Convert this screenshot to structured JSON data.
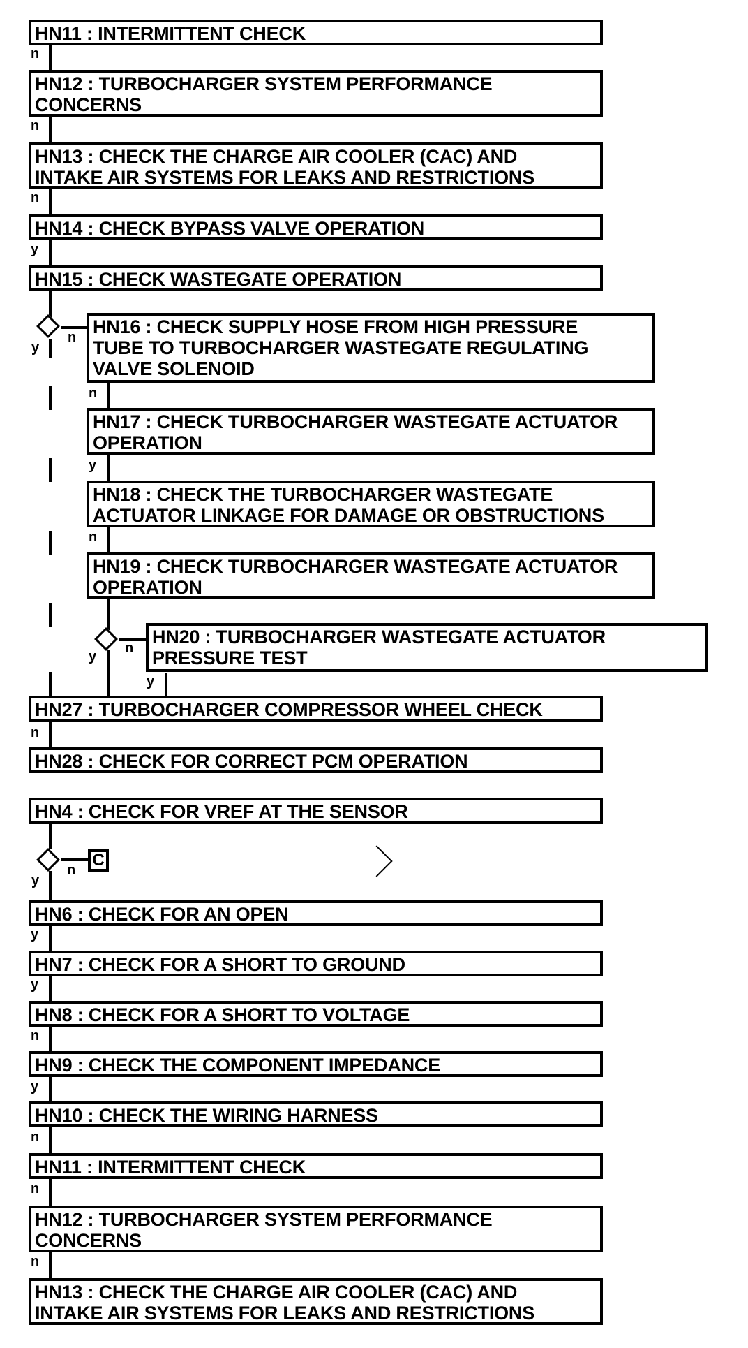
{
  "steps": {
    "hn11a": "HN11 : INTERMITTENT CHECK",
    "hn12a": "HN12 : TURBOCHARGER SYSTEM PERFORMANCE\nCONCERNS",
    "hn13a": "HN13 : CHECK THE CHARGE AIR COOLER (CAC) AND\nINTAKE AIR SYSTEMS FOR LEAKS AND RESTRICTIONS",
    "hn14": "HN14 : CHECK BYPASS VALVE OPERATION",
    "hn15": "HN15 : CHECK WASTEGATE OPERATION",
    "hn16": "HN16 : CHECK SUPPLY HOSE FROM HIGH PRESSURE\nTUBE TO TURBOCHARGER WASTEGATE REGULATING\nVALVE SOLENOID",
    "hn17": "HN17 : CHECK TURBOCHARGER WASTEGATE ACTUATOR\nOPERATION",
    "hn18": "HN18 : CHECK THE TURBOCHARGER WASTEGATE\nACTUATOR LINKAGE FOR DAMAGE OR OBSTRUCTIONS",
    "hn19": "HN19 : CHECK TURBOCHARGER WASTEGATE ACTUATOR\nOPERATION",
    "hn20": "HN20 : TURBOCHARGER WASTEGATE ACTUATOR\nPRESSURE TEST",
    "hn27": "HN27 : TURBOCHARGER COMPRESSOR WHEEL CHECK",
    "hn28": "HN28 : CHECK FOR CORRECT PCM OPERATION",
    "hn4": "HN4 : CHECK FOR VREF AT THE SENSOR",
    "hn6": "HN6 : CHECK FOR AN OPEN",
    "hn7": "HN7 : CHECK FOR A SHORT TO GROUND",
    "hn8": "HN8 : CHECK FOR A SHORT TO VOLTAGE",
    "hn9": "HN9 : CHECK THE COMPONENT IMPEDANCE",
    "hn10": "HN10 : CHECK THE WIRING HARNESS",
    "hn11b": "HN11 : INTERMITTENT CHECK",
    "hn12b": "HN12 : TURBOCHARGER SYSTEM PERFORMANCE\nCONCERNS",
    "hn13b": "HN13 : CHECK THE CHARGE AIR COOLER (CAC) AND\nINTAKE AIR SYSTEMS FOR LEAKS AND RESTRICTIONS"
  },
  "labels": {
    "yes": "y",
    "no": "n",
    "connector_c": "C"
  }
}
